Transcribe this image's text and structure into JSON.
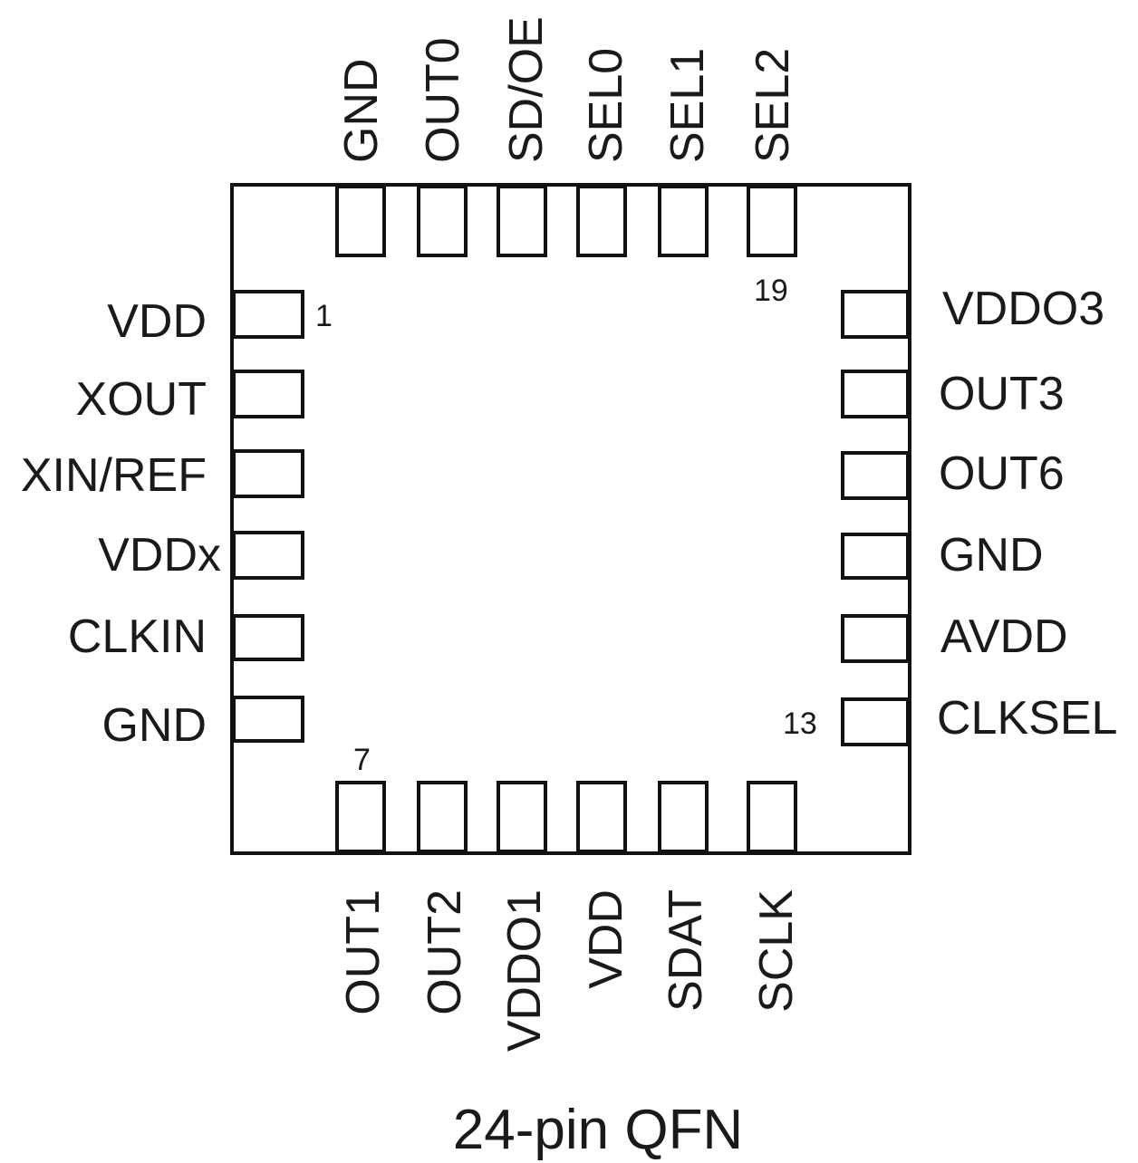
{
  "package": {
    "caption": "24-pin QFN",
    "pins_left": [
      "VDD",
      "XOUT",
      "XIN/REF",
      "VDDx",
      "CLKIN",
      "GND"
    ],
    "pins_bottom": [
      "OUT1",
      "OUT2",
      "VDDO1",
      "VDD",
      "SDAT",
      "SCLK"
    ],
    "pins_right": [
      "CLKSEL",
      "AVDD",
      "GND",
      "OUT6",
      "OUT3",
      "VDDO3"
    ],
    "pins_top": [
      "SEL2",
      "SEL1",
      "SEL0",
      "SD/OE",
      "OUT0",
      "GND"
    ],
    "pin_numbers": {
      "first": "1",
      "bottom_first": "7",
      "right_first": "13",
      "top_first": "19"
    }
  }
}
